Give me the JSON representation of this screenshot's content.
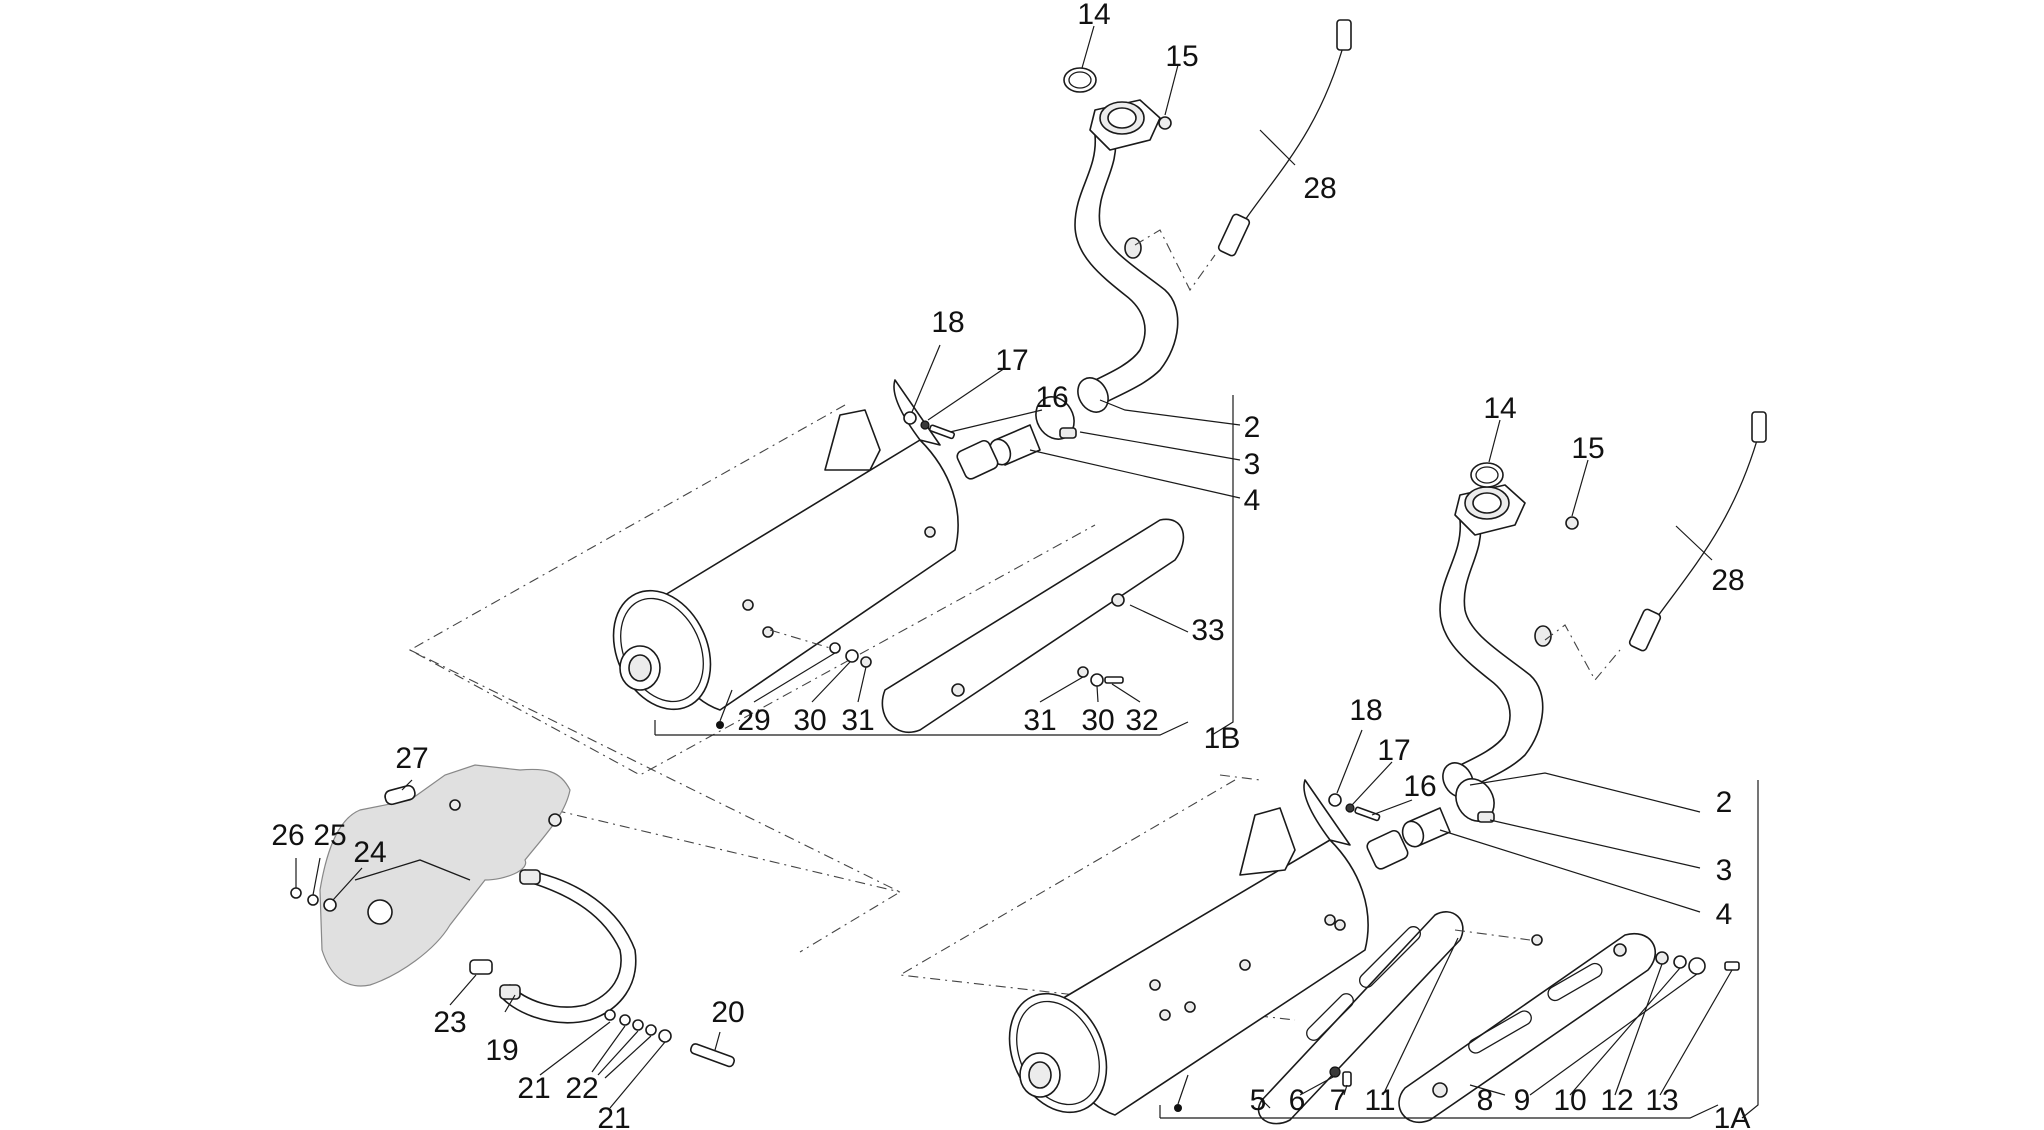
{
  "diagram": {
    "assembly_labels": [
      "1A",
      "1B"
    ],
    "callouts": [
      {
        "id": "c14a",
        "text": "14"
      },
      {
        "id": "c15a",
        "text": "15"
      },
      {
        "id": "c28a",
        "text": "28"
      },
      {
        "id": "c18a",
        "text": "18"
      },
      {
        "id": "c17a",
        "text": "17"
      },
      {
        "id": "c16a",
        "text": "16"
      },
      {
        "id": "c2a",
        "text": "2"
      },
      {
        "id": "c3a",
        "text": "3"
      },
      {
        "id": "c4a",
        "text": "4"
      },
      {
        "id": "c33",
        "text": "33"
      },
      {
        "id": "c29",
        "text": "29"
      },
      {
        "id": "c30a",
        "text": "30"
      },
      {
        "id": "c31a",
        "text": "31"
      },
      {
        "id": "c31b",
        "text": "31"
      },
      {
        "id": "c30b",
        "text": "30"
      },
      {
        "id": "c32",
        "text": "32"
      },
      {
        "id": "c1B",
        "text": "1B"
      },
      {
        "id": "c14b",
        "text": "14"
      },
      {
        "id": "c15b",
        "text": "15"
      },
      {
        "id": "c28b",
        "text": "28"
      },
      {
        "id": "c18b",
        "text": "18"
      },
      {
        "id": "c17b",
        "text": "17"
      },
      {
        "id": "c16b",
        "text": "16"
      },
      {
        "id": "c2b",
        "text": "2"
      },
      {
        "id": "c3b",
        "text": "3"
      },
      {
        "id": "c4b",
        "text": "4"
      },
      {
        "id": "c5",
        "text": "5"
      },
      {
        "id": "c6",
        "text": "6"
      },
      {
        "id": "c7",
        "text": "7"
      },
      {
        "id": "c11",
        "text": "11"
      },
      {
        "id": "c8",
        "text": "8"
      },
      {
        "id": "c9",
        "text": "9"
      },
      {
        "id": "c10",
        "text": "10"
      },
      {
        "id": "c12",
        "text": "12"
      },
      {
        "id": "c13",
        "text": "13"
      },
      {
        "id": "c1A",
        "text": "1A"
      },
      {
        "id": "c27",
        "text": "27"
      },
      {
        "id": "c26",
        "text": "26"
      },
      {
        "id": "c25",
        "text": "25"
      },
      {
        "id": "c24",
        "text": "24"
      },
      {
        "id": "c23",
        "text": "23"
      },
      {
        "id": "c19",
        "text": "19"
      },
      {
        "id": "c20",
        "text": "20"
      },
      {
        "id": "c21a",
        "text": "21"
      },
      {
        "id": "c22",
        "text": "22"
      },
      {
        "id": "c21b",
        "text": "21"
      }
    ]
  }
}
